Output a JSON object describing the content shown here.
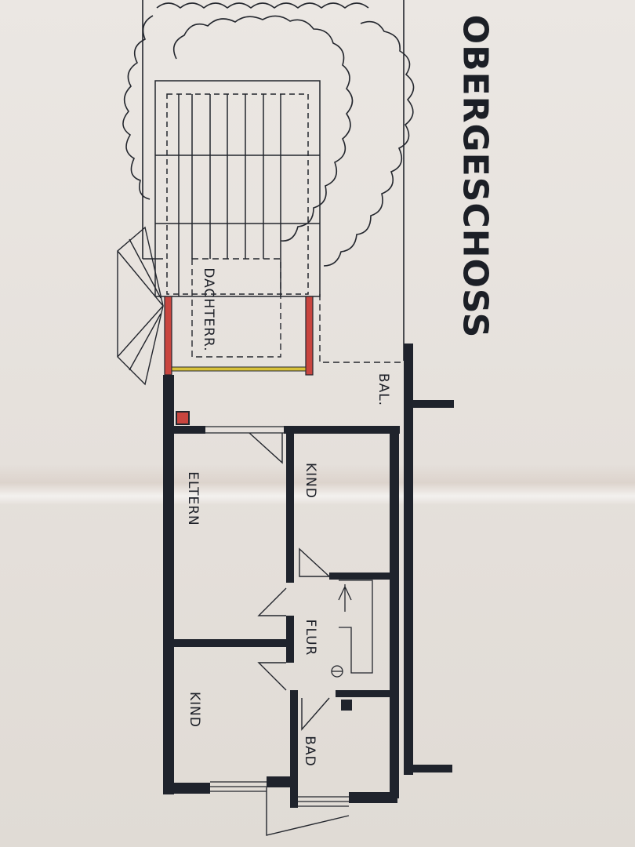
{
  "drawing": {
    "title": "OBERGESCHOSS",
    "rooms": {
      "dachterrasse": "DACHTERR.",
      "balkon": "BAL.",
      "eltern": "ELTERN",
      "kind_1": "KIND",
      "flur": "FLUR",
      "kind_2": "KIND",
      "bad": "BAD"
    },
    "colors": {
      "paper": "#e6e1dc",
      "ink": "#1c1f26",
      "wall": "#1f232c",
      "accent_red": "#c9453f",
      "accent_yellow": "#d8c23a"
    }
  }
}
